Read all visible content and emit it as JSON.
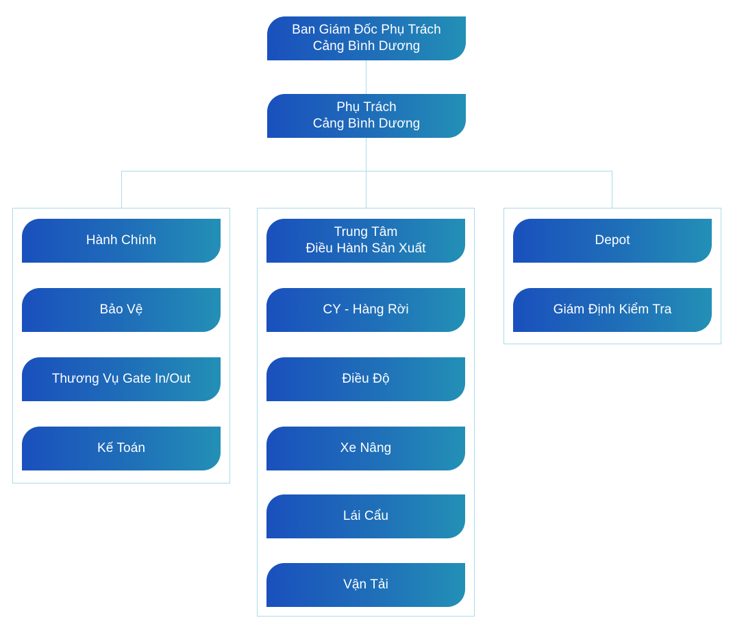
{
  "top": {
    "line1": "Ban Giám Đốc Phụ Trách",
    "line2": "Cảng Bình Dương"
  },
  "second": {
    "line1": "Phụ Trách",
    "line2": "Cảng Bình Dương"
  },
  "columns": [
    {
      "items": [
        {
          "line1": "Hành Chính"
        },
        {
          "line1": "Bảo Vệ"
        },
        {
          "line1": "Thương Vụ Gate In/Out"
        },
        {
          "line1": "Kế Toán"
        }
      ]
    },
    {
      "items": [
        {
          "line1": "Trung Tâm",
          "line2": "Điều Hành Sản Xuất"
        },
        {
          "line1": "CY - Hàng Rời"
        },
        {
          "line1": "Điều Độ"
        },
        {
          "line1": "Xe Nâng"
        },
        {
          "line1": "Lái Cẩu"
        },
        {
          "line1": "Vận Tải"
        }
      ]
    },
    {
      "items": [
        {
          "line1": "Depot"
        },
        {
          "line1": "Giám Định Kiểm Tra"
        }
      ]
    }
  ],
  "colors": {
    "box_gradient_start": "#1a50bd",
    "box_gradient_end": "#2390b6",
    "connector": "#a9dbea",
    "text": "#ffffff"
  }
}
